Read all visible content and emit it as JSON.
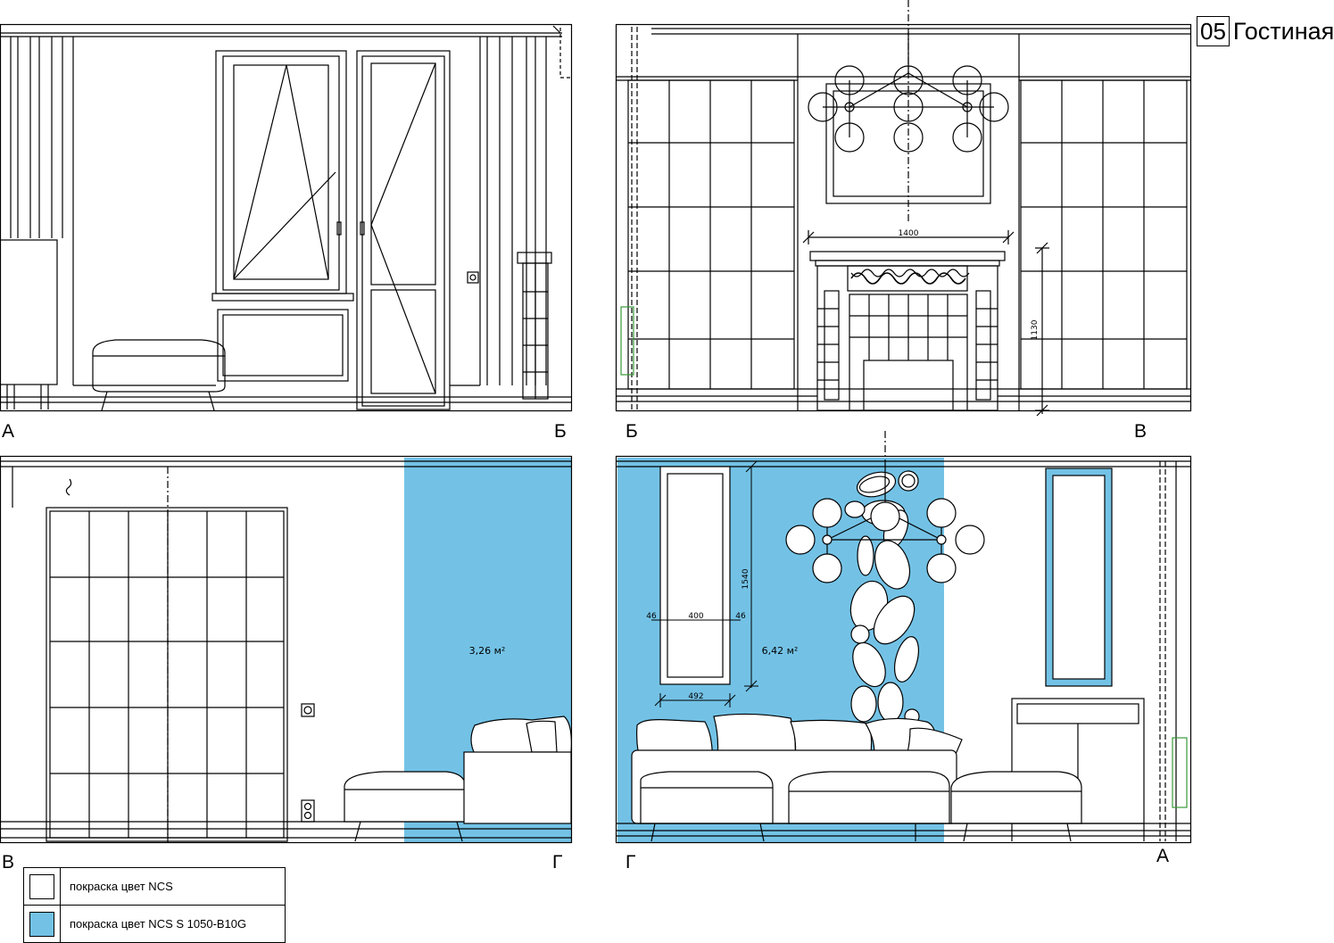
{
  "sheet": {
    "number": "05",
    "title": "Гостиная"
  },
  "labels": {
    "a1": "А",
    "b1": "Б",
    "b2": "Б",
    "v1": "В",
    "v2": "В",
    "g1": "Г",
    "g2": "Г",
    "a2": "А"
  },
  "dimensions": {
    "fireplace_width": "1400",
    "wall_height": "1130",
    "mirror_height": "1540",
    "mirror_side_left": "46",
    "mirror_inner": "400",
    "mirror_side_right": "46",
    "mirror_outer": "492"
  },
  "areas": {
    "wall_v_g": "3,26 м²",
    "wall_g_a": "6,42 м²"
  },
  "legend": [
    {
      "label": "покраска цвет NCS",
      "color": "#ffffff"
    },
    {
      "label": "покраска цвет NCS S 1050-B10G",
      "color": "#73c2e6"
    }
  ],
  "colors": {
    "accent_paint": "#73c2e6",
    "line": "#000000",
    "socket_green": "#3a9a3a"
  }
}
